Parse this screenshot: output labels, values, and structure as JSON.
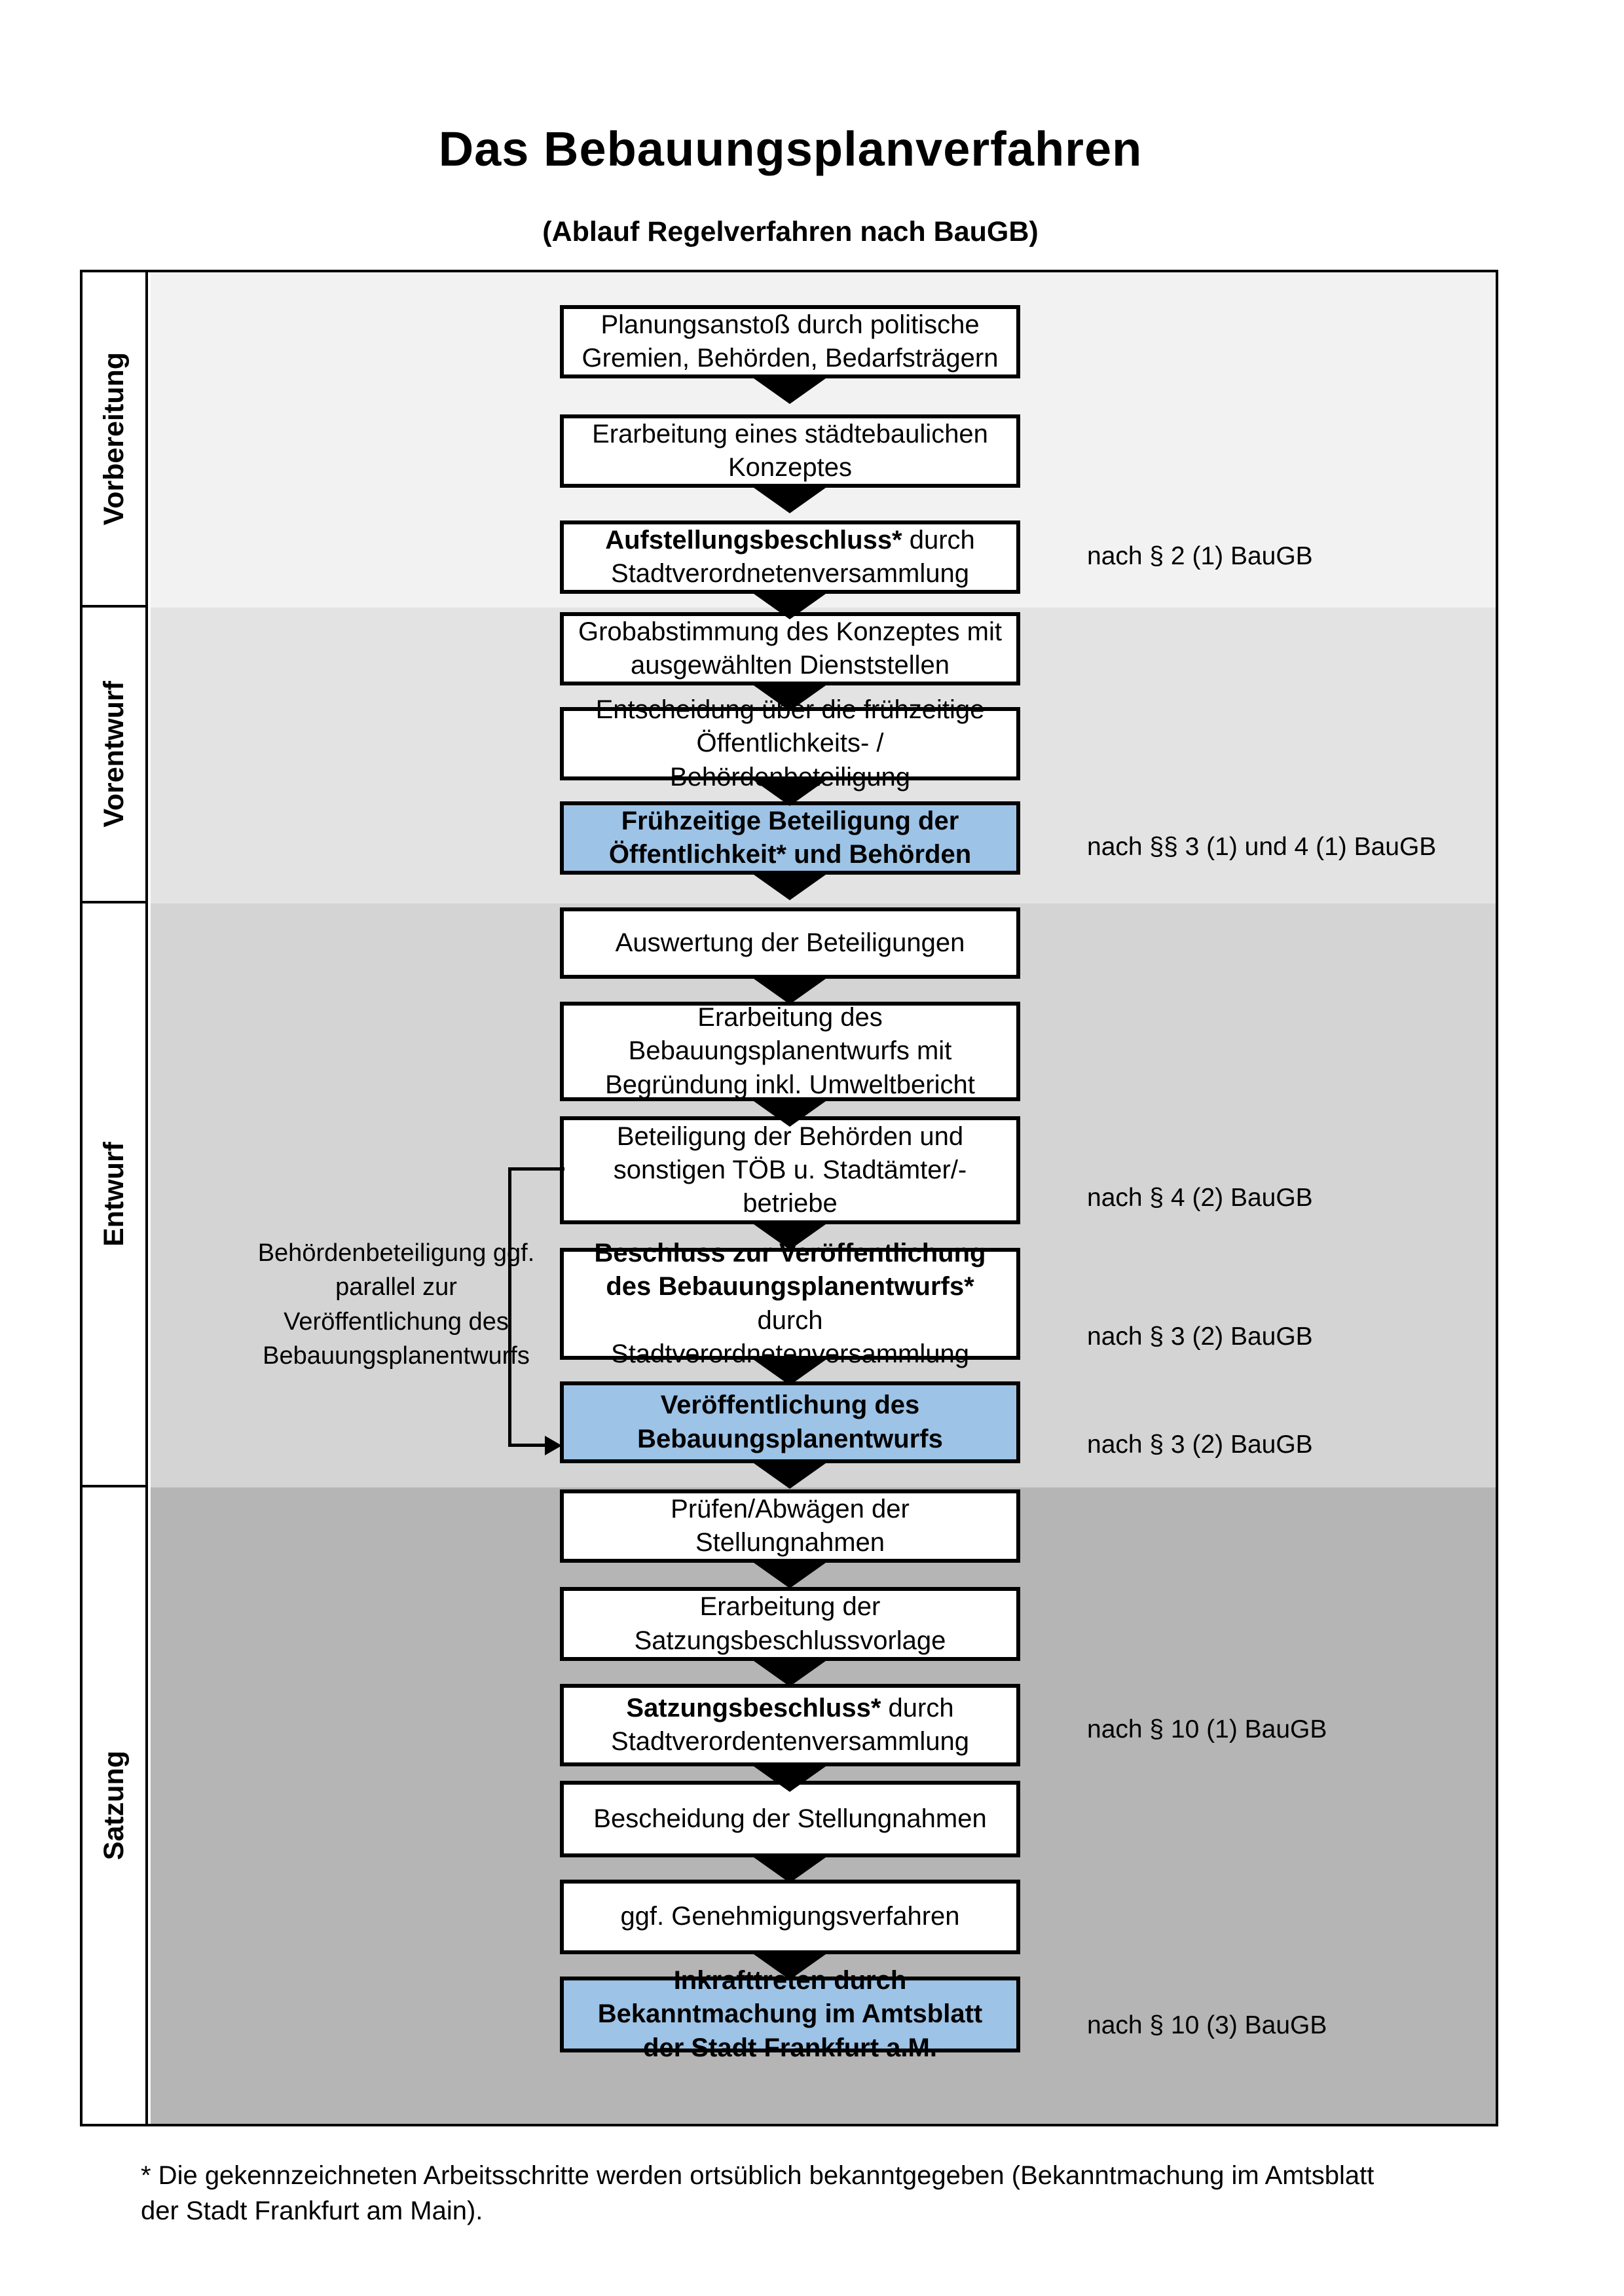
{
  "title": "Das Bebauungsplanverfahren",
  "subtitle": "(Ablauf Regelverfahren nach BauGB)",
  "colors": {
    "highlight_blue": "#9dc3e6",
    "band_vorbereitung": "#f2f2f2",
    "band_vorentwurf": "#e3e3e3",
    "band_entwurf": "#d4d4d4",
    "band_satzung": "#b5b5b5",
    "box_border": "#000000"
  },
  "phases": [
    {
      "label": "Vorbereitung"
    },
    {
      "label": "Vorentwurf"
    },
    {
      "label": "Entwurf"
    },
    {
      "label": "Satzung"
    }
  ],
  "steps": [
    {
      "bold": "",
      "text": "Planungsanstoß durch politische Gremien, Behörden, Bedarfsträgern",
      "ref": ""
    },
    {
      "bold": "",
      "text": "Erarbeitung eines städtebaulichen Konzeptes",
      "ref": ""
    },
    {
      "bold": "Aufstellungsbeschluss*",
      "text": " durch Stadtverordnetenversammlung",
      "ref": "nach § 2 (1) BauGB"
    },
    {
      "bold": "",
      "text": "Grobabstimmung des Konzeptes mit ausgewählten Dienststellen",
      "ref": ""
    },
    {
      "bold": "",
      "text": "Entscheidung über die frühzeitige Öffentlichkeits- / Behördenbeteiligung",
      "ref": ""
    },
    {
      "bold": "Frühzeitige Beteiligung der Öffentlichkeit* und Behörden",
      "text": "",
      "ref": "nach §§ 3 (1) und 4 (1) BauGB"
    },
    {
      "bold": "",
      "text": "Auswertung der Beteiligungen",
      "ref": ""
    },
    {
      "bold": "",
      "text": "Erarbeitung des Bebauungsplanentwurfs mit Begründung inkl. Umweltbericht",
      "ref": ""
    },
    {
      "bold": "",
      "text": "Beteiligung der Behörden und sonstigen TÖB u. Stadtämter/-betriebe",
      "ref": "nach § 4 (2) BauGB"
    },
    {
      "bold": "Beschluss zur Veröffentlichung des Bebauungsplanentwurfs*",
      "text": " durch Stadtverordnetenversammlung",
      "ref": "nach § 3 (2) BauGB"
    },
    {
      "bold": "Veröffentlichung des Bebauungsplanentwurfs",
      "text": "",
      "ref": "nach § 3 (2) BauGB"
    },
    {
      "bold": "",
      "text": "Prüfen/Abwägen der Stellungnahmen",
      "ref": ""
    },
    {
      "bold": "",
      "text": "Erarbeitung der Satzungsbeschlussvorlage",
      "ref": ""
    },
    {
      "bold": "Satzungsbeschluss*",
      "text": " durch Stadtverordentenversammlung",
      "ref": "nach § 10 (1) BauGB"
    },
    {
      "bold": "",
      "text": "Bescheidung der Stellungnahmen",
      "ref": ""
    },
    {
      "bold": "",
      "text": "ggf. Genehmigungsverfahren",
      "ref": ""
    },
    {
      "bold": "Inkrafttreten",
      "text": " durch Bekanntmachung im Amtsblatt der Stadt Frankfurt a.M.",
      "ref": "nach § 10 (3) BauGB"
    }
  ],
  "annotation": "Behördenbeteiligung ggf. parallel zur Veröffentlichung des Bebauungsplanentwurfs",
  "footnote": "* Die gekennzeichneten Arbeitsschritte werden ortsüblich bekanntgegeben (Bekanntmachung im Amtsblatt  der Stadt Frankfurt am Main)."
}
